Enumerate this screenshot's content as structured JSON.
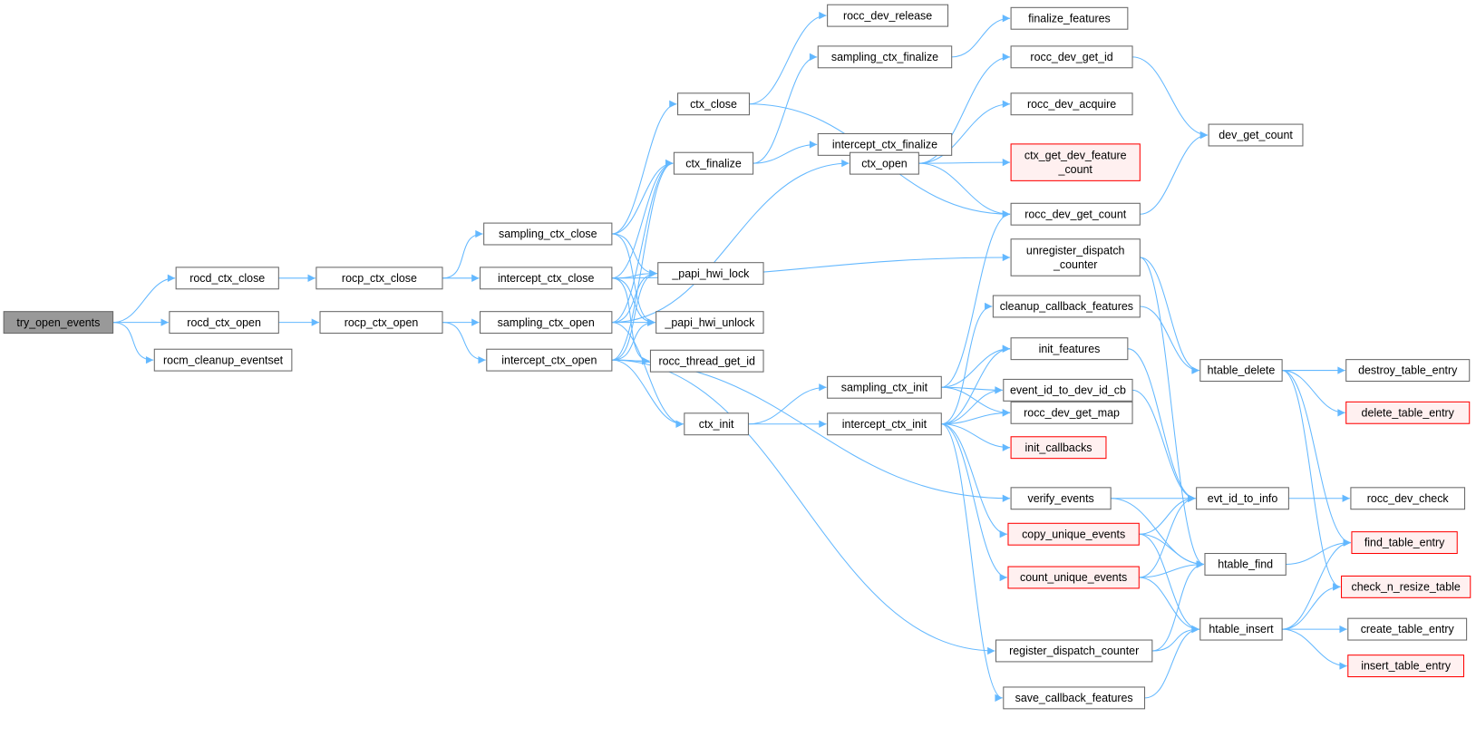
{
  "title": "try_open_events call graph",
  "colors": {
    "edge": "#63b8ff",
    "root_fill": "#999999",
    "node_border": "#666666",
    "red_border": "#ff0000",
    "red_fill": "#fff0f0"
  },
  "nodes": [
    {
      "id": "try_open_events",
      "lines": [
        "try_open_events"
      ],
      "style": "root"
    },
    {
      "id": "rocd_ctx_close",
      "lines": [
        "rocd_ctx_close"
      ],
      "style": "normal"
    },
    {
      "id": "rocd_ctx_open",
      "lines": [
        "rocd_ctx_open"
      ],
      "style": "normal"
    },
    {
      "id": "rocm_cleanup_eventset",
      "lines": [
        "rocm_cleanup_eventset"
      ],
      "style": "normal"
    },
    {
      "id": "rocp_ctx_close",
      "lines": [
        "rocp_ctx_close"
      ],
      "style": "normal"
    },
    {
      "id": "rocp_ctx_open",
      "lines": [
        "rocp_ctx_open"
      ],
      "style": "normal"
    },
    {
      "id": "sampling_ctx_close",
      "lines": [
        "sampling_ctx_close"
      ],
      "style": "normal"
    },
    {
      "id": "intercept_ctx_close",
      "lines": [
        "intercept_ctx_close"
      ],
      "style": "normal"
    },
    {
      "id": "sampling_ctx_open",
      "lines": [
        "sampling_ctx_open"
      ],
      "style": "normal"
    },
    {
      "id": "intercept_ctx_open",
      "lines": [
        "intercept_ctx_open"
      ],
      "style": "normal"
    },
    {
      "id": "ctx_close",
      "lines": [
        "ctx_close"
      ],
      "style": "normal"
    },
    {
      "id": "ctx_finalize",
      "lines": [
        "ctx_finalize"
      ],
      "style": "normal"
    },
    {
      "id": "_papi_hwi_lock",
      "lines": [
        "_papi_hwi_lock"
      ],
      "style": "normal"
    },
    {
      "id": "_papi_hwi_unlock",
      "lines": [
        "_papi_hwi_unlock"
      ],
      "style": "normal"
    },
    {
      "id": "rocc_thread_get_id",
      "lines": [
        "rocc_thread_get_id"
      ],
      "style": "normal"
    },
    {
      "id": "ctx_init",
      "lines": [
        "ctx_init"
      ],
      "style": "normal"
    },
    {
      "id": "rocc_dev_release",
      "lines": [
        "rocc_dev_release"
      ],
      "style": "normal"
    },
    {
      "id": "sampling_ctx_finalize",
      "lines": [
        "sampling_ctx_finalize"
      ],
      "style": "normal"
    },
    {
      "id": "intercept_ctx_finalize",
      "lines": [
        "intercept_ctx_finalize"
      ],
      "style": "normal"
    },
    {
      "id": "ctx_open",
      "lines": [
        "ctx_open"
      ],
      "style": "normal"
    },
    {
      "id": "sampling_ctx_init",
      "lines": [
        "sampling_ctx_init"
      ],
      "style": "normal"
    },
    {
      "id": "intercept_ctx_init",
      "lines": [
        "intercept_ctx_init"
      ],
      "style": "normal"
    },
    {
      "id": "finalize_features",
      "lines": [
        "finalize_features"
      ],
      "style": "normal"
    },
    {
      "id": "rocc_dev_get_id",
      "lines": [
        "rocc_dev_get_id"
      ],
      "style": "normal"
    },
    {
      "id": "rocc_dev_acquire",
      "lines": [
        "rocc_dev_acquire"
      ],
      "style": "normal"
    },
    {
      "id": "ctx_get_dev_feature_count",
      "lines": [
        "ctx_get_dev_feature",
        "_count"
      ],
      "style": "red"
    },
    {
      "id": "rocc_dev_get_count",
      "lines": [
        "rocc_dev_get_count"
      ],
      "style": "normal"
    },
    {
      "id": "unregister_dispatch_counter",
      "lines": [
        "unregister_dispatch",
        "_counter"
      ],
      "style": "normal"
    },
    {
      "id": "cleanup_callback_features",
      "lines": [
        "cleanup_callback_features"
      ],
      "style": "normal"
    },
    {
      "id": "init_features",
      "lines": [
        "init_features"
      ],
      "style": "normal"
    },
    {
      "id": "event_id_to_dev_id_cb",
      "lines": [
        "event_id_to_dev_id_cb"
      ],
      "style": "normal"
    },
    {
      "id": "rocc_dev_get_map",
      "lines": [
        "rocc_dev_get_map"
      ],
      "style": "normal"
    },
    {
      "id": "init_callbacks",
      "lines": [
        "init_callbacks"
      ],
      "style": "red"
    },
    {
      "id": "verify_events",
      "lines": [
        "verify_events"
      ],
      "style": "normal"
    },
    {
      "id": "copy_unique_events",
      "lines": [
        "copy_unique_events"
      ],
      "style": "red"
    },
    {
      "id": "count_unique_events",
      "lines": [
        "count_unique_events"
      ],
      "style": "red"
    },
    {
      "id": "register_dispatch_counter",
      "lines": [
        "register_dispatch_counter"
      ],
      "style": "normal"
    },
    {
      "id": "save_callback_features",
      "lines": [
        "save_callback_features"
      ],
      "style": "normal"
    },
    {
      "id": "dev_get_count",
      "lines": [
        "dev_get_count"
      ],
      "style": "normal"
    },
    {
      "id": "htable_delete",
      "lines": [
        "htable_delete"
      ],
      "style": "normal"
    },
    {
      "id": "evt_id_to_info",
      "lines": [
        "evt_id_to_info"
      ],
      "style": "normal"
    },
    {
      "id": "htable_find",
      "lines": [
        "htable_find"
      ],
      "style": "normal"
    },
    {
      "id": "htable_insert",
      "lines": [
        "htable_insert"
      ],
      "style": "normal"
    },
    {
      "id": "destroy_table_entry",
      "lines": [
        "destroy_table_entry"
      ],
      "style": "normal"
    },
    {
      "id": "delete_table_entry",
      "lines": [
        "delete_table_entry"
      ],
      "style": "red"
    },
    {
      "id": "rocc_dev_check",
      "lines": [
        "rocc_dev_check"
      ],
      "style": "normal"
    },
    {
      "id": "find_table_entry",
      "lines": [
        "find_table_entry"
      ],
      "style": "red"
    },
    {
      "id": "check_n_resize_table",
      "lines": [
        "check_n_resize_table"
      ],
      "style": "red"
    },
    {
      "id": "create_table_entry",
      "lines": [
        "create_table_entry"
      ],
      "style": "normal"
    },
    {
      "id": "insert_table_entry",
      "lines": [
        "insert_table_entry"
      ],
      "style": "red"
    }
  ],
  "edges": [
    [
      "try_open_events",
      "rocd_ctx_close"
    ],
    [
      "try_open_events",
      "rocd_ctx_open"
    ],
    [
      "try_open_events",
      "rocm_cleanup_eventset"
    ],
    [
      "rocd_ctx_close",
      "rocp_ctx_close"
    ],
    [
      "rocd_ctx_open",
      "rocp_ctx_open"
    ],
    [
      "rocp_ctx_close",
      "sampling_ctx_close"
    ],
    [
      "rocp_ctx_close",
      "intercept_ctx_close"
    ],
    [
      "rocp_ctx_open",
      "sampling_ctx_open"
    ],
    [
      "rocp_ctx_open",
      "intercept_ctx_open"
    ],
    [
      "sampling_ctx_close",
      "ctx_close"
    ],
    [
      "sampling_ctx_close",
      "ctx_finalize"
    ],
    [
      "sampling_ctx_close",
      "_papi_hwi_lock"
    ],
    [
      "sampling_ctx_close",
      "_papi_hwi_unlock"
    ],
    [
      "intercept_ctx_close",
      "ctx_finalize"
    ],
    [
      "intercept_ctx_close",
      "_papi_hwi_lock"
    ],
    [
      "intercept_ctx_close",
      "_papi_hwi_unlock"
    ],
    [
      "intercept_ctx_close",
      "rocc_thread_get_id"
    ],
    [
      "intercept_ctx_close",
      "unregister_dispatch_counter"
    ],
    [
      "sampling_ctx_open",
      "ctx_finalize"
    ],
    [
      "sampling_ctx_open",
      "_papi_hwi_lock"
    ],
    [
      "sampling_ctx_open",
      "_papi_hwi_unlock"
    ],
    [
      "sampling_ctx_open",
      "ctx_init"
    ],
    [
      "sampling_ctx_open",
      "ctx_open"
    ],
    [
      "intercept_ctx_open",
      "ctx_finalize"
    ],
    [
      "intercept_ctx_open",
      "_papi_hwi_lock"
    ],
    [
      "intercept_ctx_open",
      "_papi_hwi_unlock"
    ],
    [
      "intercept_ctx_open",
      "rocc_thread_get_id"
    ],
    [
      "intercept_ctx_open",
      "ctx_init"
    ],
    [
      "intercept_ctx_open",
      "verify_events"
    ],
    [
      "intercept_ctx_open",
      "register_dispatch_counter"
    ],
    [
      "ctx_close",
      "rocc_dev_release"
    ],
    [
      "ctx_close",
      "rocc_dev_get_count"
    ],
    [
      "ctx_finalize",
      "sampling_ctx_finalize"
    ],
    [
      "ctx_finalize",
      "intercept_ctx_finalize"
    ],
    [
      "sampling_ctx_finalize",
      "finalize_features"
    ],
    [
      "ctx_open",
      "rocc_dev_get_id"
    ],
    [
      "ctx_open",
      "rocc_dev_acquire"
    ],
    [
      "ctx_open",
      "ctx_get_dev_feature_count"
    ],
    [
      "ctx_open",
      "rocc_dev_get_count"
    ],
    [
      "ctx_init",
      "sampling_ctx_init"
    ],
    [
      "ctx_init",
      "intercept_ctx_init"
    ],
    [
      "sampling_ctx_init",
      "rocc_dev_get_count"
    ],
    [
      "sampling_ctx_init",
      "init_features"
    ],
    [
      "sampling_ctx_init",
      "event_id_to_dev_id_cb"
    ],
    [
      "sampling_ctx_init",
      "rocc_dev_get_map"
    ],
    [
      "intercept_ctx_init",
      "cleanup_callback_features"
    ],
    [
      "intercept_ctx_init",
      "init_features"
    ],
    [
      "intercept_ctx_init",
      "event_id_to_dev_id_cb"
    ],
    [
      "intercept_ctx_init",
      "rocc_dev_get_map"
    ],
    [
      "intercept_ctx_init",
      "init_callbacks"
    ],
    [
      "intercept_ctx_init",
      "copy_unique_events"
    ],
    [
      "intercept_ctx_init",
      "count_unique_events"
    ],
    [
      "intercept_ctx_init",
      "save_callback_features"
    ],
    [
      "rocc_dev_get_id",
      "dev_get_count"
    ],
    [
      "rocc_dev_get_count",
      "dev_get_count"
    ],
    [
      "unregister_dispatch_counter",
      "htable_delete"
    ],
    [
      "unregister_dispatch_counter",
      "htable_find"
    ],
    [
      "cleanup_callback_features",
      "htable_delete"
    ],
    [
      "init_features",
      "evt_id_to_info"
    ],
    [
      "event_id_to_dev_id_cb",
      "evt_id_to_info"
    ],
    [
      "verify_events",
      "evt_id_to_info"
    ],
    [
      "verify_events",
      "htable_find"
    ],
    [
      "copy_unique_events",
      "evt_id_to_info"
    ],
    [
      "copy_unique_events",
      "htable_find"
    ],
    [
      "copy_unique_events",
      "htable_insert"
    ],
    [
      "count_unique_events",
      "evt_id_to_info"
    ],
    [
      "count_unique_events",
      "htable_find"
    ],
    [
      "count_unique_events",
      "htable_insert"
    ],
    [
      "register_dispatch_counter",
      "htable_find"
    ],
    [
      "register_dispatch_counter",
      "htable_insert"
    ],
    [
      "save_callback_features",
      "htable_insert"
    ],
    [
      "htable_delete",
      "destroy_table_entry"
    ],
    [
      "htable_delete",
      "delete_table_entry"
    ],
    [
      "htable_delete",
      "find_table_entry"
    ],
    [
      "htable_delete",
      "check_n_resize_table"
    ],
    [
      "evt_id_to_info",
      "rocc_dev_check"
    ],
    [
      "htable_find",
      "find_table_entry"
    ],
    [
      "htable_insert",
      "find_table_entry"
    ],
    [
      "htable_insert",
      "check_n_resize_table"
    ],
    [
      "htable_insert",
      "create_table_entry"
    ],
    [
      "htable_insert",
      "insert_table_entry"
    ]
  ]
}
